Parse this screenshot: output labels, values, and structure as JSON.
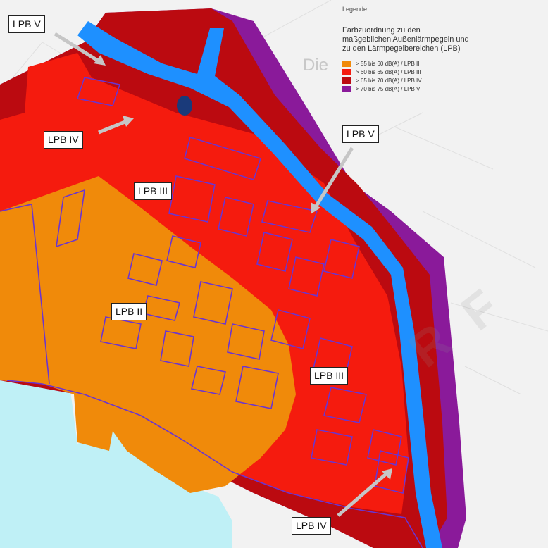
{
  "legend": {
    "heading": "Legende:",
    "description": "Farbzuordnung zu den maßgeblichen Außenlärmpegeln und zu den Lärmpegelbereichen (LPB)",
    "items": [
      {
        "label": "> 55 bis 60 dB(A) / LPB II",
        "color": "#f08a0a"
      },
      {
        "label": "> 60 bis 65 dB(A) / LPB III",
        "color": "#f51b0e"
      },
      {
        "label": "> 65 bis 70 dB(A) / LPB IV",
        "color": "#bb0a10"
      },
      {
        "label": "> 70 bis 75 dB(A) / LPB V",
        "color": "#8a1a9a"
      }
    ]
  },
  "callouts": {
    "lpb_v_top": "LPB V",
    "lpb_iv_left": "LPB IV",
    "lpb_iii_upper": "LPB III",
    "lpb_v_right": "LPB V",
    "lpb_ii": "LPB II",
    "lpb_iii_lower": "LPB III",
    "lpb_iv_bottom": "LPB IV"
  },
  "basemap_label": "Die",
  "colors": {
    "road": "#1e90ff",
    "water": "#bff0f6",
    "building_outline": "#6a35d0"
  }
}
